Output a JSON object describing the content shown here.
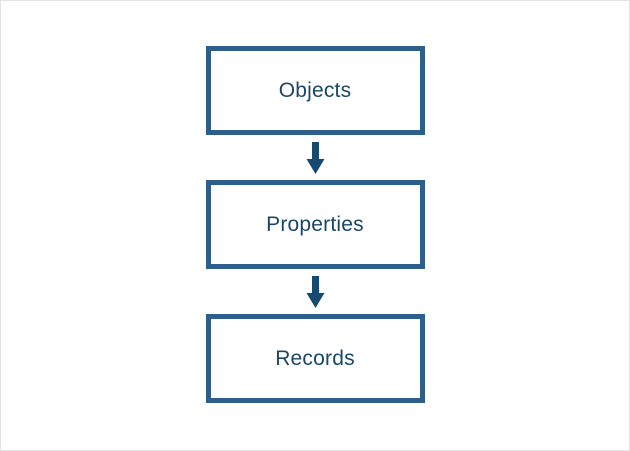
{
  "page": {
    "background": "#ffffff",
    "border_color": "#e3e3e3"
  },
  "diagram": {
    "type": "flowchart",
    "direction": "top-down",
    "nodes": [
      {
        "label": "Objects"
      },
      {
        "label": "Properties"
      },
      {
        "label": "Records"
      }
    ],
    "connectors": [
      {
        "from": "Objects",
        "to": "Properties",
        "icon": "down-arrow-icon"
      },
      {
        "from": "Properties",
        "to": "Records",
        "icon": "down-arrow-icon"
      }
    ],
    "colors": {
      "box_border": "#2e5f8c",
      "box_fill": "#ffffff",
      "label_text": "#1b4766",
      "arrow": "#174a70"
    }
  }
}
